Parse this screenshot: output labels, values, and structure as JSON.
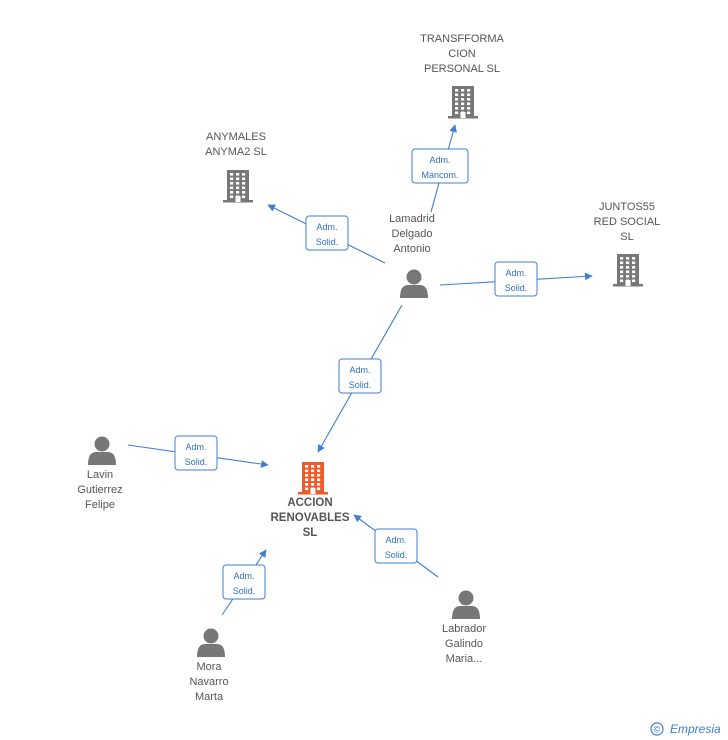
{
  "companies": [
    {
      "id": "accion",
      "lines": [
        "ACCION",
        "RENOVABLES",
        "SL"
      ],
      "color": "#f05a28",
      "center": true
    },
    {
      "id": "transf",
      "lines": [
        "TRANSFFORMA",
        "CION",
        "PERSONAL SL"
      ],
      "color": "#777777"
    },
    {
      "id": "anymales",
      "lines": [
        "ANYMALES",
        "ANYMA2  SL"
      ],
      "color": "#777777"
    },
    {
      "id": "juntos",
      "lines": [
        "JUNTOS55",
        "RED SOCIAL",
        "SL"
      ],
      "color": "#777777"
    }
  ],
  "people": [
    {
      "id": "lamadrid",
      "lines": [
        "Lamadrid",
        "Delgado",
        "Antonio"
      ]
    },
    {
      "id": "lavin",
      "lines": [
        "Lavin",
        "Gutierrez",
        "Felipe"
      ]
    },
    {
      "id": "mora",
      "lines": [
        "Mora",
        "Navarro",
        "Marta"
      ]
    },
    {
      "id": "labrador",
      "lines": [
        "Labrador",
        "Galindo",
        "Maria..."
      ]
    }
  ],
  "edges": [
    {
      "id": "lamadrid-transf",
      "lines": [
        "Adm.",
        "Mancom."
      ]
    },
    {
      "id": "lamadrid-anymales",
      "lines": [
        "Adm.",
        "Solid."
      ]
    },
    {
      "id": "lamadrid-juntos",
      "lines": [
        "Adm.",
        "Solid."
      ]
    },
    {
      "id": "lamadrid-accion",
      "lines": [
        "Adm.",
        "Solid."
      ]
    },
    {
      "id": "lavin-accion",
      "lines": [
        "Adm.",
        "Solid."
      ]
    },
    {
      "id": "mora-accion",
      "lines": [
        "Adm.",
        "Solid."
      ]
    },
    {
      "id": "labrador-accion",
      "lines": [
        "Adm.",
        "Solid."
      ]
    }
  ],
  "colors": {
    "edge": "#3f7fd0",
    "person": "#777777",
    "center": "#f05a28"
  },
  "watermark": {
    "copyright": "©",
    "brand": "Empresia"
  }
}
